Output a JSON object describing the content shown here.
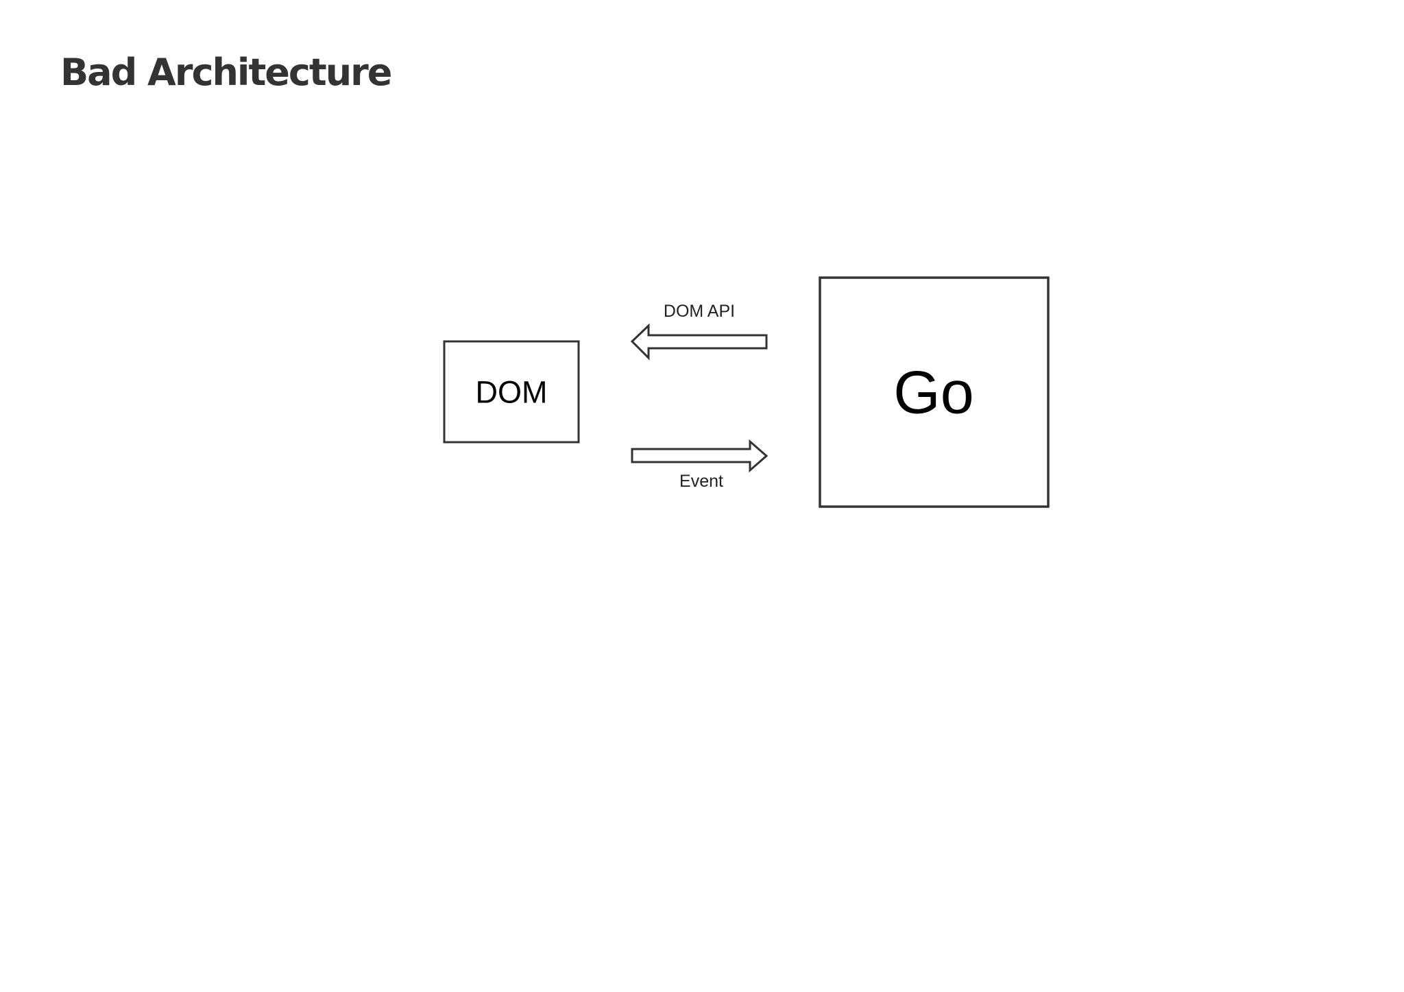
{
  "slide": {
    "title": "Bad Architecture"
  },
  "diagram": {
    "nodes": {
      "dom": {
        "label": "DOM"
      },
      "go": {
        "label": "Go"
      }
    },
    "edges": {
      "dom_api": {
        "label": "DOM API",
        "from": "Go",
        "to": "DOM"
      },
      "event": {
        "label": "Event",
        "from": "DOM",
        "to": "Go"
      }
    }
  },
  "colors": {
    "title": "#333333",
    "stroke": "#333333",
    "text": "#000000",
    "background": "#ffffff"
  }
}
